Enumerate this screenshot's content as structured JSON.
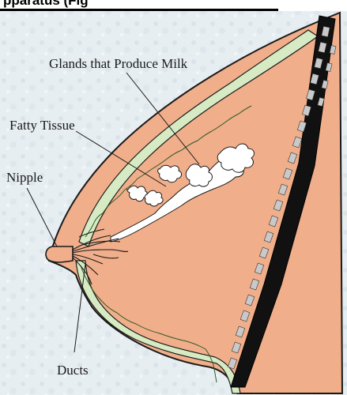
{
  "header": {
    "partial_text": "pparatus (Fig"
  },
  "diagram": {
    "labels": {
      "glands": "Glands that Produce Milk",
      "fatty": "Fatty Tissue",
      "nipple": "Nipple",
      "ducts": "Ducts"
    }
  },
  "colors": {
    "background": "#e7eef2",
    "tissue": "#f1ae8a",
    "fat_layer": "#d6ebc4",
    "outline": "#1a1a1a",
    "lobules": "#ffffff"
  }
}
